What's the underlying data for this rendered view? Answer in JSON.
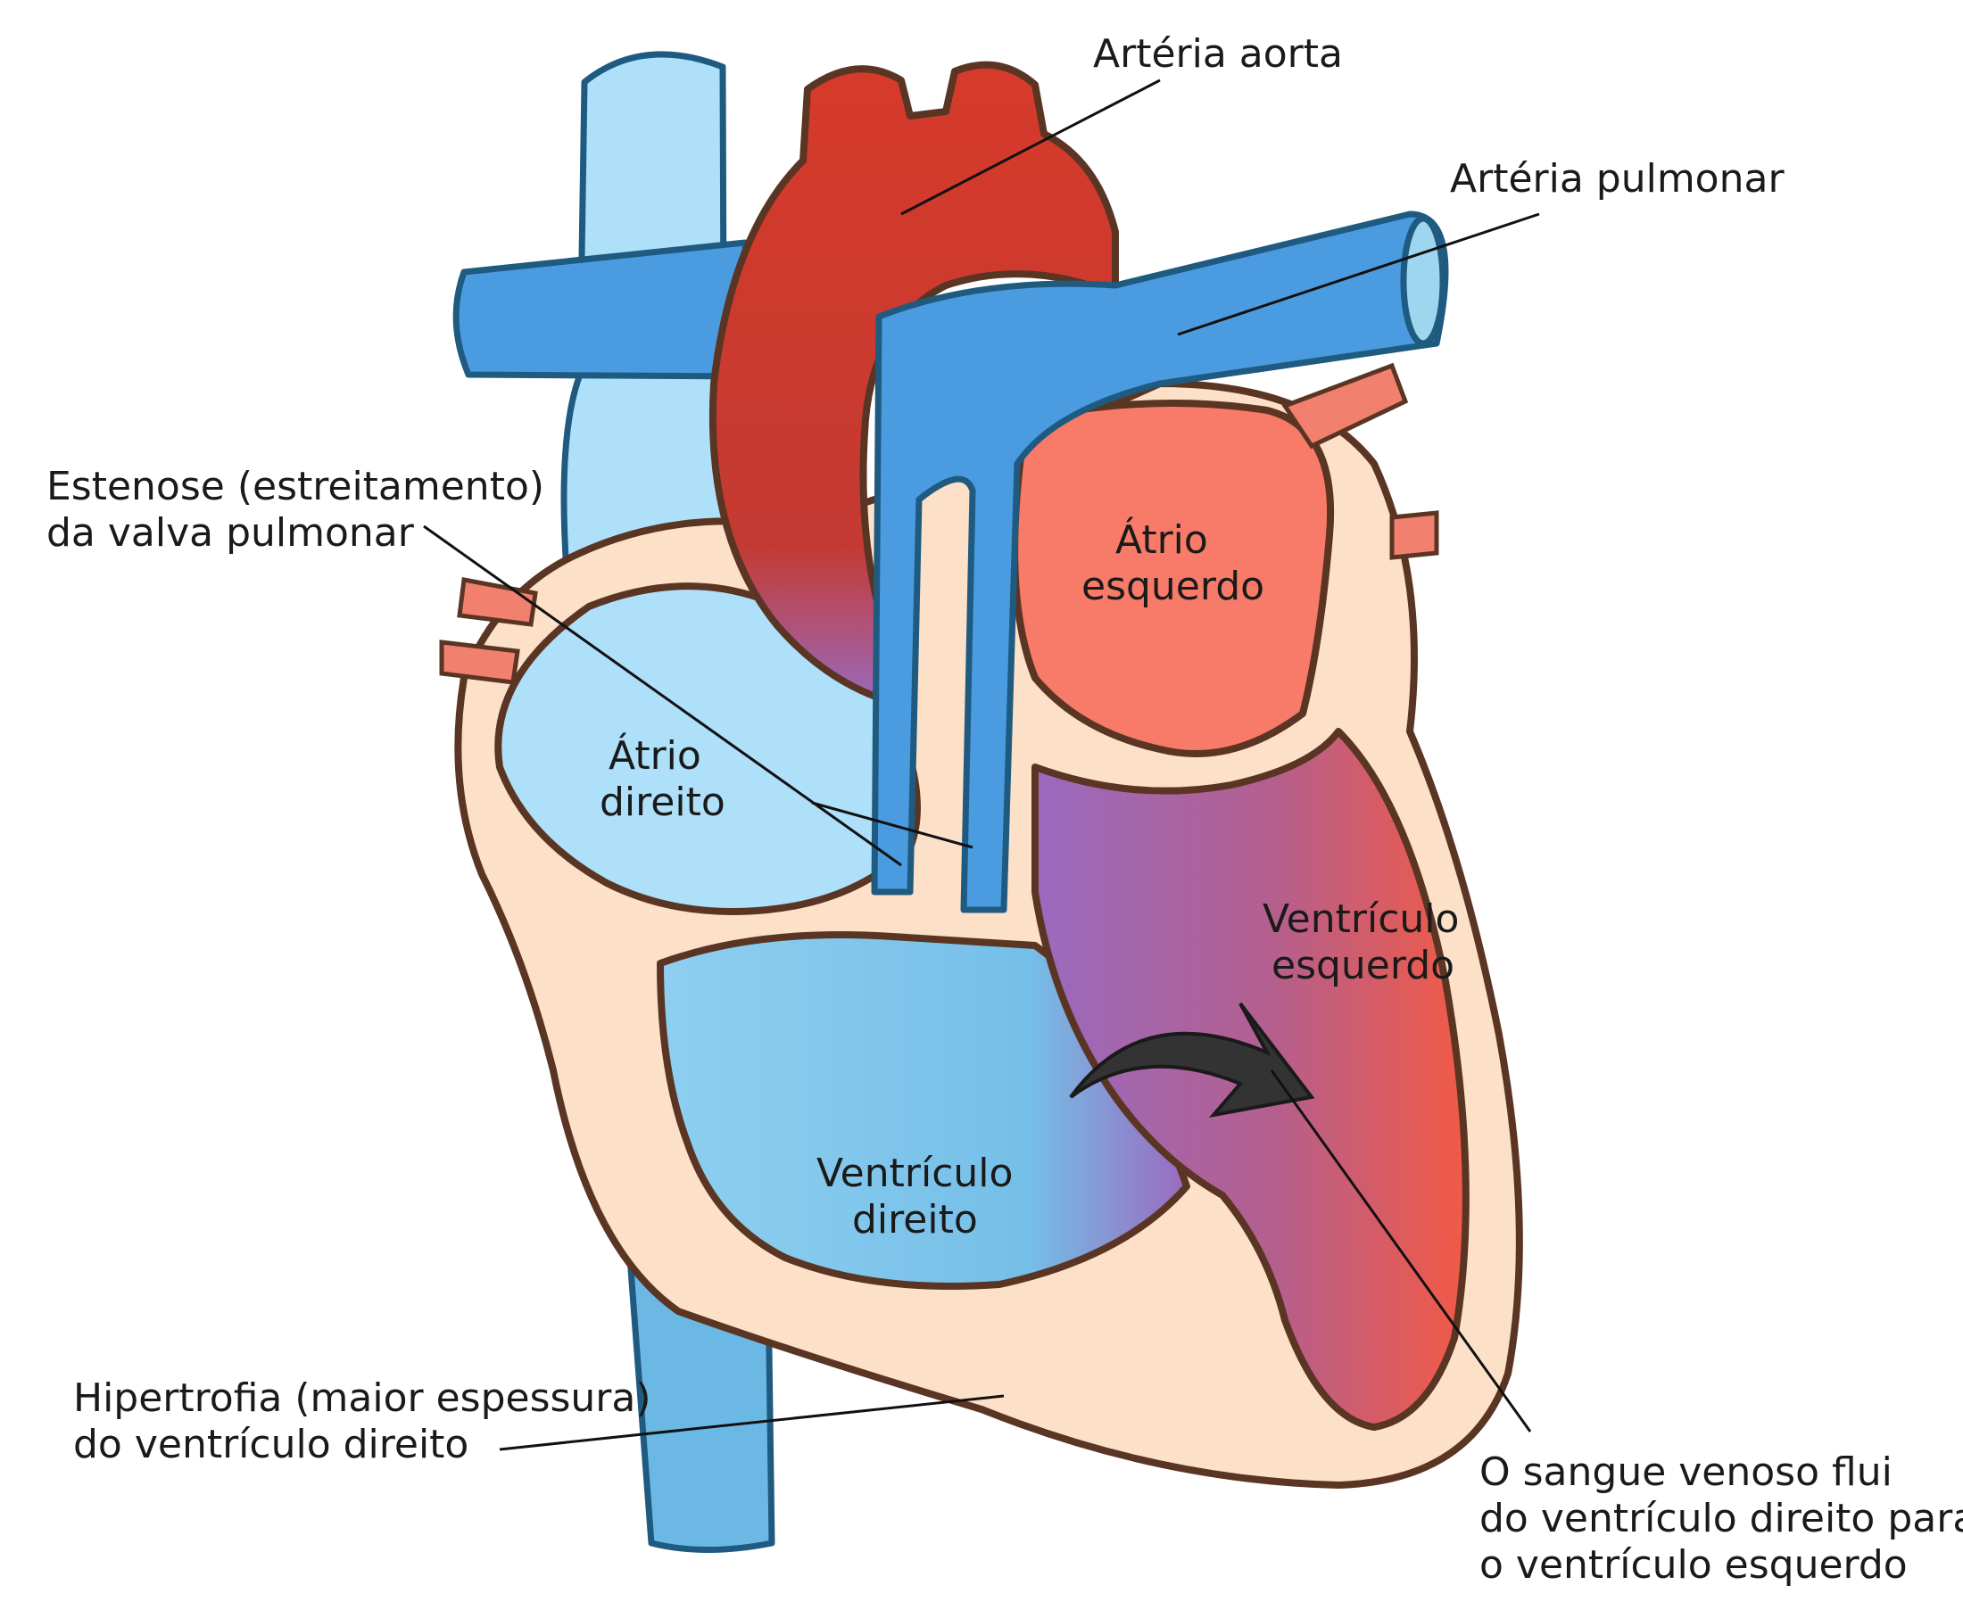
{
  "diagram": {
    "labels": {
      "aorta": "Artéria aorta",
      "pulmonary_artery": "Artéria pulmonar",
      "stenosis_line1": "Estenose (estreitamento)",
      "stenosis_line2": "da valva pulmonar",
      "left_atrium_line1": "Átrio",
      "left_atrium_line2": "esquerdo",
      "right_atrium_line1": "Átrio",
      "right_atrium_line2": "direito",
      "left_ventricle_line1": "Ventrículo",
      "left_ventricle_line2": "esquerdo",
      "right_ventricle_line1": "Ventrículo",
      "right_ventricle_line2": "direito",
      "hypertrophy_line1": "Hipertrofia (maior espessura)",
      "hypertrophy_line2": "do ventrículo direito",
      "flow_line1": "O sangue venoso flui",
      "flow_line2": "do ventrículo direito para",
      "flow_line3": "o ventrículo esquerdo"
    },
    "colors": {
      "oxygenated": "#d63a2a",
      "deoxygenated": "#4a9be0",
      "vena_cava": "#aee0fa",
      "mixed": "#9a6abf",
      "muscle": "#fde0c8",
      "outline": "#5a3524"
    }
  }
}
